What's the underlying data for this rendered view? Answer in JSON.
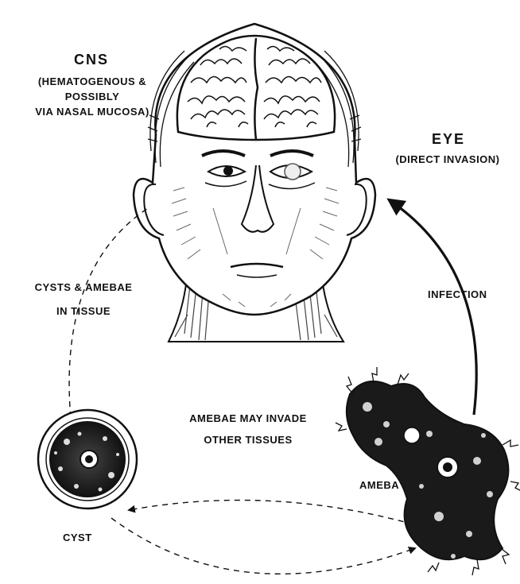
{
  "labels": {
    "cns_title": "CNS",
    "cns_line1": "(HEMATOGENOUS &",
    "cns_line2": "POSSIBLY",
    "cns_line3": "VIA NASAL MUCOSA)",
    "eye_title": "EYE",
    "eye_sub": "(DIRECT INVASION)",
    "cysts_line1": "CYSTS & AMEBAE",
    "cysts_line2": "IN TISSUE",
    "infection": "INFECTION",
    "invade_line1": "AMEBAE MAY INVADE",
    "invade_line2": "OTHER TISSUES",
    "ameba": "AMEBA",
    "cyst": "CYST"
  },
  "colors": {
    "ink": "#111111",
    "paper": "#ffffff"
  },
  "icons": {
    "head": "human-head-with-exposed-brain",
    "cyst": "round-cyst-with-double-wall",
    "ameba": "amoeboid-trophozoite"
  }
}
